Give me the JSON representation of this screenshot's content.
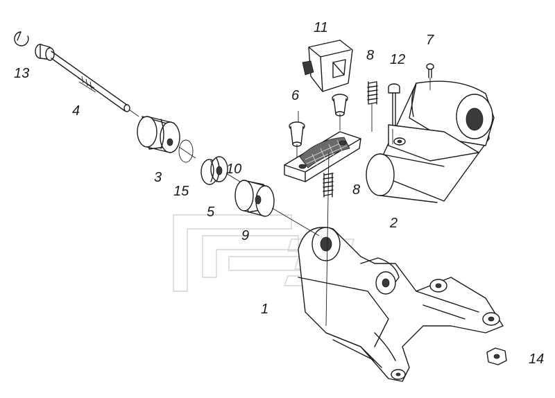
{
  "diagram": {
    "labels": [
      {
        "id": "13",
        "text": "13"
      },
      {
        "id": "4",
        "text": "4"
      },
      {
        "id": "11",
        "text": "11"
      },
      {
        "id": "8a",
        "text": "8"
      },
      {
        "id": "12",
        "text": "12"
      },
      {
        "id": "7",
        "text": "7"
      },
      {
        "id": "6",
        "text": "6"
      },
      {
        "id": "3",
        "text": "3"
      },
      {
        "id": "10",
        "text": "10"
      },
      {
        "id": "15",
        "text": "15"
      },
      {
        "id": "8b",
        "text": "8"
      },
      {
        "id": "5",
        "text": "5"
      },
      {
        "id": "9",
        "text": "9"
      },
      {
        "id": "2",
        "text": "2"
      },
      {
        "id": "1",
        "text": "1"
      },
      {
        "id": "14",
        "text": "14"
      }
    ]
  }
}
